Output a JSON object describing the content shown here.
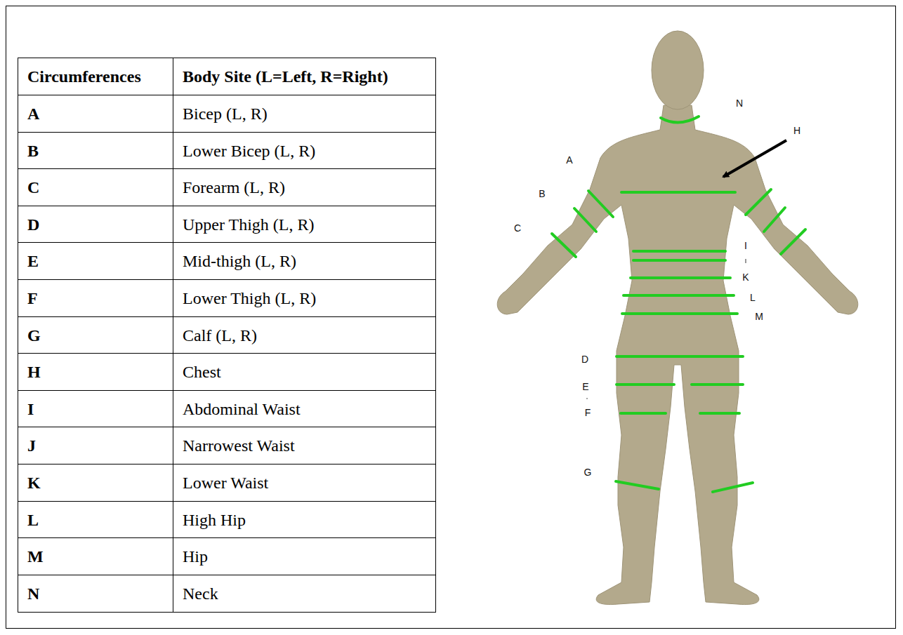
{
  "diagram": {
    "labels": [
      "Circumferences",
      "Body Site (L=Left, R=Right)",
      "A",
      "Bicep (L, R)",
      "B",
      "Lower Bicep (L, R)",
      "C",
      "Forearm (L, R)",
      "D",
      "Upper Thigh (L, R)",
      "E",
      "Mid-thigh (L, R)",
      "F",
      "Lower Thigh (L, R)",
      "G",
      "Calf (L, R)",
      "H",
      "Chest",
      "I",
      "Abdominal Waist",
      "J",
      "Narrowest Waist",
      "K",
      "Lower Waist",
      "L",
      "High Hip",
      "M",
      "Hip",
      "N",
      "Neck",
      "N",
      "H",
      "A",
      "B",
      "C",
      "I",
      "K",
      "L",
      "M",
      "D",
      "E",
      "F",
      "G"
    ]
  }
}
